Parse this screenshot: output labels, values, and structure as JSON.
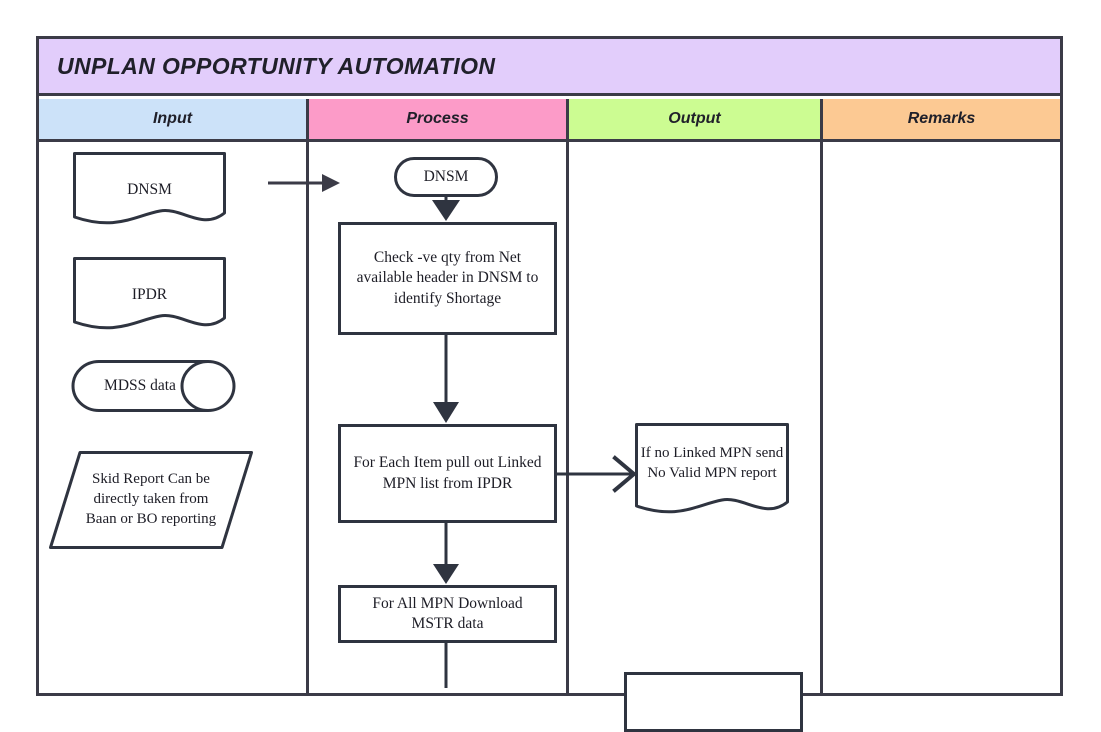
{
  "diagram": {
    "title": "UNPLAN OPPORTUNITY AUTOMATION",
    "colors": {
      "title_band": "#e2cdfb",
      "input_header": "#cce2f9",
      "process_header": "#fc9bc8",
      "output_header": "#ccfc92",
      "remarks_header": "#fcc993",
      "border": "#3b3b47",
      "shape_stroke": "#2f3440",
      "shape_fill": "#ffffff"
    },
    "columns": [
      {
        "key": "input",
        "label": "Input"
      },
      {
        "key": "process",
        "label": "Process"
      },
      {
        "key": "output",
        "label": "Output"
      },
      {
        "key": "remarks",
        "label": "Remarks"
      }
    ],
    "nodes": {
      "input": [
        {
          "id": "dnsm-doc",
          "shape": "document",
          "text": "DNSM"
        },
        {
          "id": "ipdr-doc",
          "shape": "document",
          "text": "IPDR"
        },
        {
          "id": "mdss-db",
          "shape": "cylinder",
          "text": "MDSS data"
        },
        {
          "id": "skid-note",
          "shape": "parallelogram",
          "text": "Skid Report Can be directly taken from Baan or BO reporting"
        }
      ],
      "process": [
        {
          "id": "proc-start",
          "shape": "rounded",
          "text": "DNSM"
        },
        {
          "id": "proc-check-qty",
          "shape": "rectangle",
          "text": "Check -ve qty from Net available header in DNSM to identify Shortage"
        },
        {
          "id": "proc-linked-mpn",
          "shape": "rectangle",
          "text": "For Each Item pull out Linked MPN list from IPDR"
        },
        {
          "id": "proc-mstr",
          "shape": "rectangle",
          "text": "For All MPN Download MSTR data"
        }
      ],
      "output": [
        {
          "id": "out-no-valid-mpn",
          "shape": "document",
          "text": "If no Linked MPN send No Valid MPN report"
        },
        {
          "id": "out-clipped-box",
          "shape": "rectangle",
          "text": ""
        }
      ],
      "remarks": []
    },
    "connectors": [
      {
        "id": "conn-input-to-process",
        "from": "dnsm-doc",
        "to": "proc-start",
        "style": "solid-arrow"
      },
      {
        "id": "conn-start-to-check",
        "from": "proc-start",
        "to": "proc-check-qty",
        "style": "solid-arrow"
      },
      {
        "id": "conn-check-to-linked",
        "from": "proc-check-qty",
        "to": "proc-linked-mpn",
        "style": "solid-arrow"
      },
      {
        "id": "conn-linked-to-out",
        "from": "proc-linked-mpn",
        "to": "out-no-valid-mpn",
        "style": "chevron-arrow"
      },
      {
        "id": "conn-linked-to-mstr",
        "from": "proc-linked-mpn",
        "to": "proc-mstr",
        "style": "solid-arrow"
      },
      {
        "id": "conn-mstr-down",
        "from": "proc-mstr",
        "to": "",
        "style": "line"
      }
    ]
  }
}
